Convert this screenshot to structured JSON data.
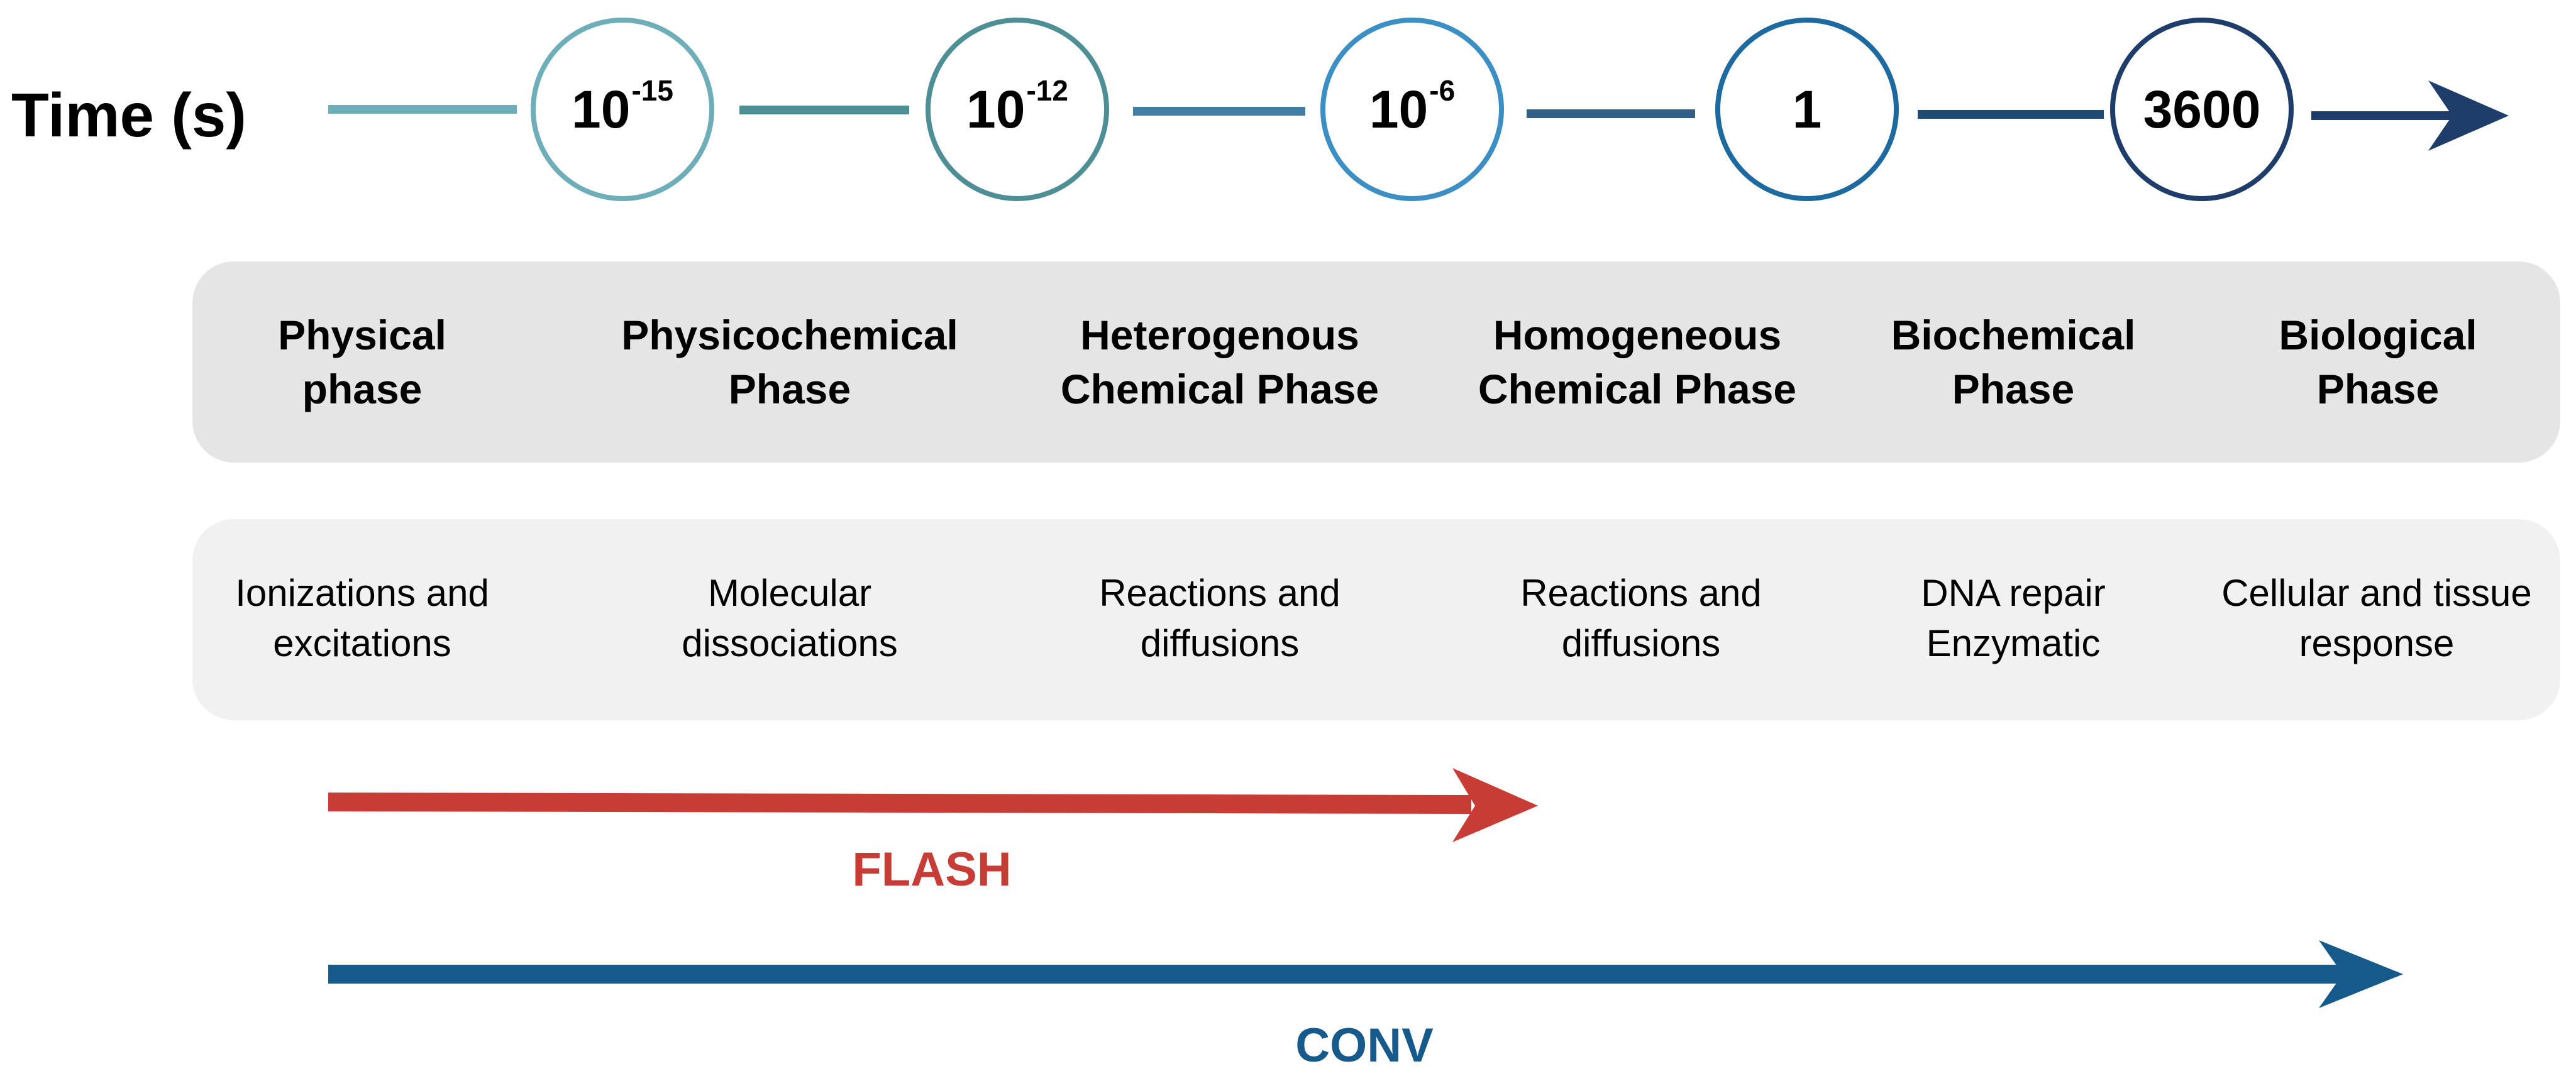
{
  "colors": {
    "flash": "#c83c36",
    "conv": "#155a8a",
    "timeline_end": "#1f3d6b",
    "phase_band": "#e5e5e5",
    "desc_band": "#f1f1f1"
  },
  "timeline": {
    "label": "Time (s)",
    "markers": [
      {
        "base": "10",
        "exp": "-15",
        "color": "#6eaeb8"
      },
      {
        "base": "10",
        "exp": "-12",
        "color": "#4e8f96"
      },
      {
        "base": "10",
        "exp": "-6",
        "color": "#3b8fc4"
      },
      {
        "base": "1",
        "exp": "",
        "color": "#1c6aa0"
      },
      {
        "base": "3600",
        "exp": "",
        "color": "#1f3d6b"
      }
    ]
  },
  "phases": [
    {
      "line1": "Physical",
      "line2": "phase",
      "desc1": "Ionizations and",
      "desc2": "excitations"
    },
    {
      "line1": "Physicochemical",
      "line2": "Phase",
      "desc1": "Molecular",
      "desc2": "dissociations"
    },
    {
      "line1": "Heterogenous",
      "line2": "Chemical Phase",
      "desc1": "Reactions and",
      "desc2": "diffusions"
    },
    {
      "line1": "Homogeneous",
      "line2": "Chemical Phase",
      "desc1": "Reactions and",
      "desc2": "diffusions"
    },
    {
      "line1": "Biochemical",
      "line2": "Phase",
      "desc1": "DNA repair",
      "desc2": "Enzymatic"
    },
    {
      "line1": "Biological",
      "line2": "Phase",
      "desc1": "Cellular and tissue",
      "desc2": "response"
    }
  ],
  "arrows": {
    "flash_label": "FLASH",
    "conv_label": "CONV"
  }
}
